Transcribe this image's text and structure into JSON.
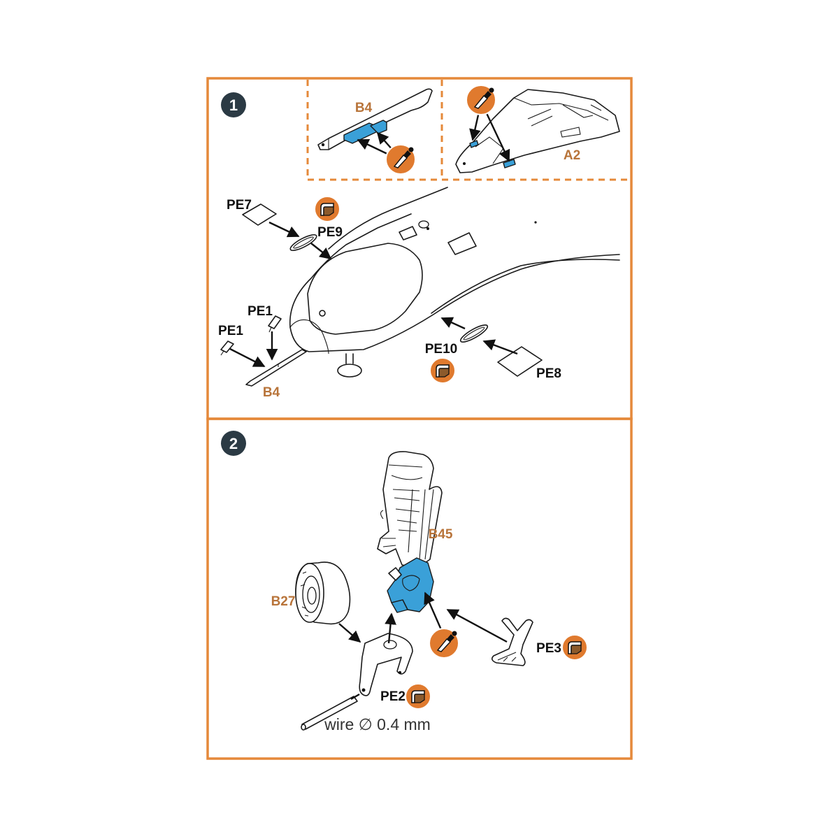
{
  "colors": {
    "frame": "#e5893a",
    "accent_blue": "#3aa0d8",
    "label_orange": "#b8743a",
    "step_circle": "#2b3a44",
    "glue_circle": "#e07a2e"
  },
  "step1": {
    "number": "1",
    "inset_left": {
      "label": "B4",
      "icon": "cement-bottle-icon"
    },
    "inset_right": {
      "label": "A2",
      "icon": "cement-bottle-icon"
    },
    "labels": {
      "pe7": "PE7",
      "pe9": "PE9",
      "pe1_top": "PE1",
      "pe1_left": "PE1",
      "b4": "B4",
      "pe10": "PE10",
      "pe8": "PE8"
    },
    "icons": {
      "pe9": "photo-etch-bend-icon",
      "pe10": "photo-etch-bend-icon"
    }
  },
  "step2": {
    "number": "2",
    "labels": {
      "b45": "B45",
      "b27": "B27",
      "pe3": "PE3",
      "pe2": "PE2"
    },
    "wire_note": "wire ∅ 0.4 mm",
    "icons": {
      "b45": "cement-bottle-icon",
      "pe3": "photo-etch-bend-icon",
      "pe2": "photo-etch-bend-icon"
    }
  }
}
